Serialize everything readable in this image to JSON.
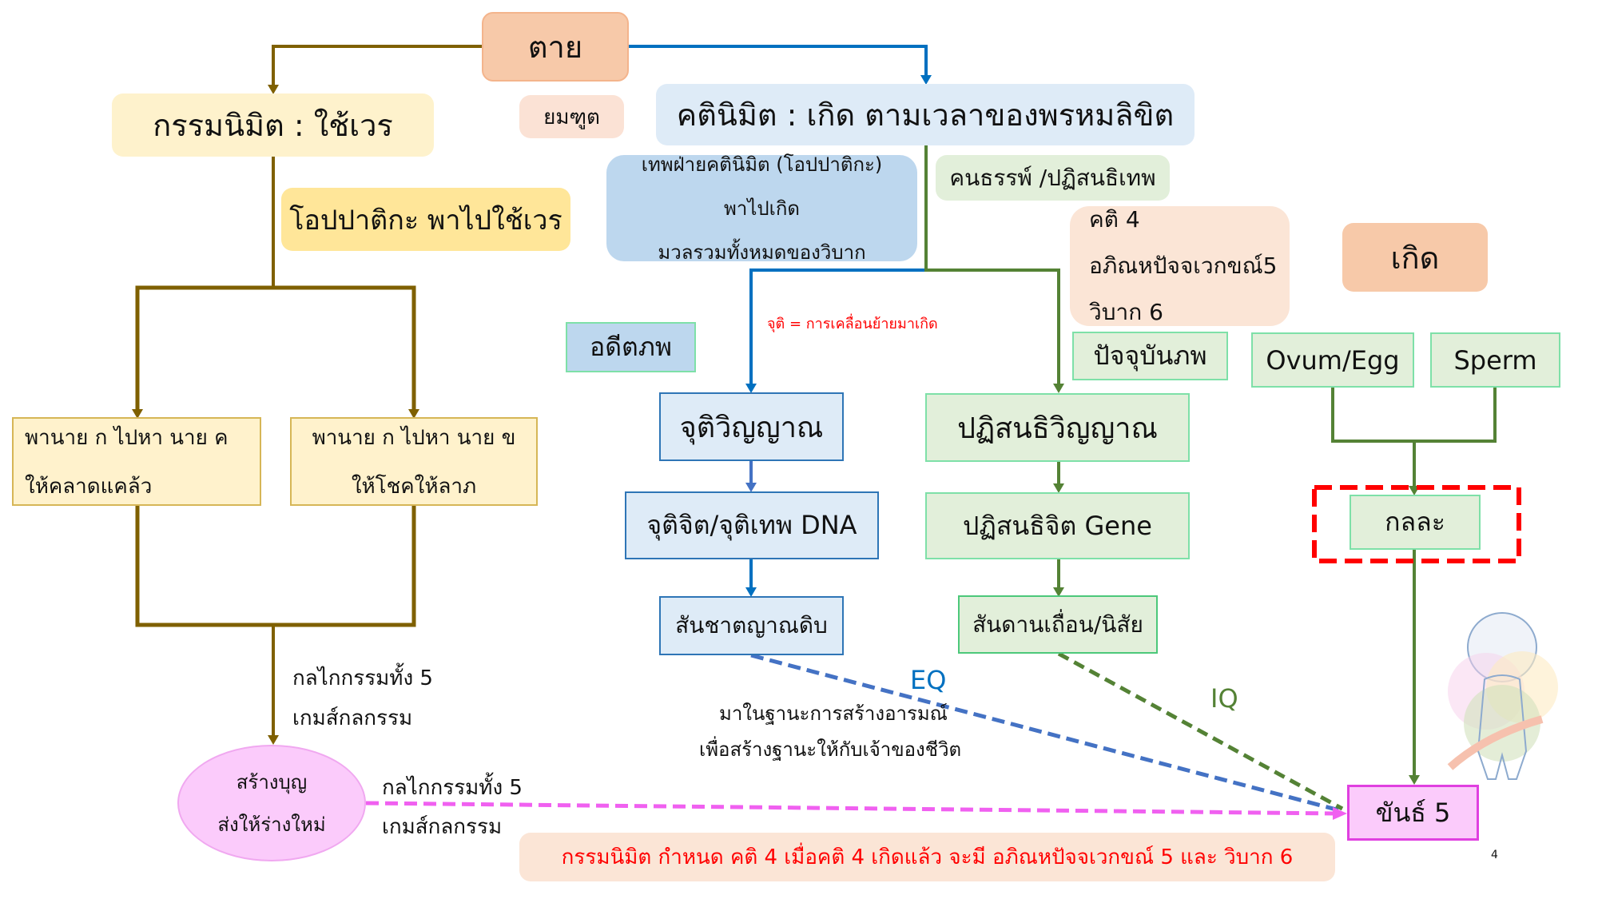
{
  "nodes": {
    "death": "ตาย",
    "kamma_nimitta": "กรรมนิมิต : ใช้เวร",
    "yamaduta": "ยมฑูต",
    "gati_nimitta": "คตินิมิต : เกิด ตามเวลาของพรหมลิขิต",
    "opapatika_debt": "โอปปาติกะ พาไปใช้เวร",
    "deva_line1": "เทพฝ่ายคตินิมิต (โอปปาติกะ)",
    "deva_line2": "พาไปเกิด",
    "deva_line3": "มวลรวมทั้งหมดของวิบาก",
    "gandhabba": "คนธรรพ์ /ปฏิสนธิเทพ",
    "gati4_line1": "คติ 4",
    "gati4_line2": "อภิณหปัจจเวกขณ์5",
    "gati4_line3": "วิบาก 6",
    "birth": "เกิด",
    "past_life": "อดีตภพ",
    "cuti_note": "จุติ = การเคลื่อนย้ายมาเกิด",
    "present_life": "ปัจจุบันภพ",
    "ovum": "Ovum/Egg",
    "sperm": "Sperm",
    "cuti_vinnana": "จุติวิญญาณ",
    "patisandhi_vinnana": "ปฏิสนธิวิญญาณ",
    "case_c_line1": "พานาย ก ไปหา นาย ค",
    "case_c_line2": "ให้คลาดแคล้ว",
    "case_b_line1": "พานาย ก ไปหา นาย ข",
    "case_b_line2": "ให้โชคให้ลาภ",
    "cuti_citta": "จุติจิต/จุติเทพ DNA",
    "patisandhi_citta": "ปฏิสนธิจิต Gene",
    "kalala": "กลละ",
    "instinct": "สันชาตญาณดิบ",
    "habit": "สันดานเถื่อน/นิสัย",
    "eq": "EQ",
    "iq": "IQ",
    "emotion_line1": "มาในฐานะการสร้างอารมณ์",
    "emotion_line2": "เพื่อสร้างฐานะให้กับเจ้าของชีวิต",
    "mechanism1_line1": "กลไกกรรมทั้ง 5",
    "mechanism1_line2": "เกมส์กลกรรม",
    "merit_line1": "สร้างบุญ",
    "merit_line2": "ส่งให้ร่างใหม่",
    "mechanism2_line1": "กลไกกรรมทั้ง 5",
    "mechanism2_line2": "เกมส์กลกรรม",
    "khandha5": "ขันธ์ 5",
    "summary": "กรรมนิมิต กำหนด คติ 4 เมื่อคติ 4 เกิดแล้ว จะมี อภิณหปัจจเวกขณ์ 5 และ วิบาก 6",
    "page_number": "4"
  },
  "colors": {
    "brown_line": "#7f6000",
    "blue_line": "#0070c0",
    "green_line": "#548235",
    "red_text": "#ff0000",
    "pink_dash": "#f060f0"
  }
}
